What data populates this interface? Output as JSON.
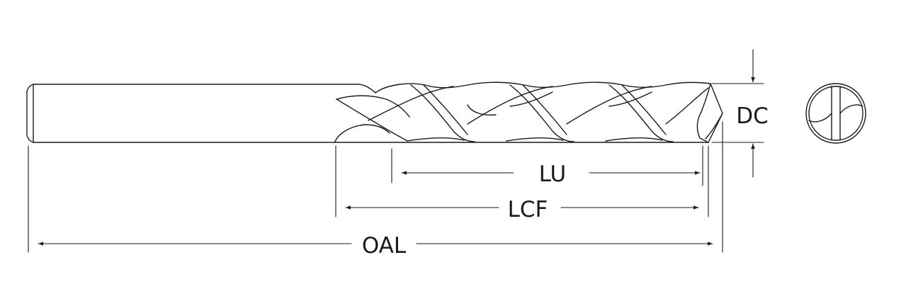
{
  "labels": {
    "dc": "DC",
    "lu": "LU",
    "lcf": "LCF",
    "oal": "OAL"
  },
  "colors": {
    "line": "#1a1a1a",
    "background": "#ffffff"
  }
}
